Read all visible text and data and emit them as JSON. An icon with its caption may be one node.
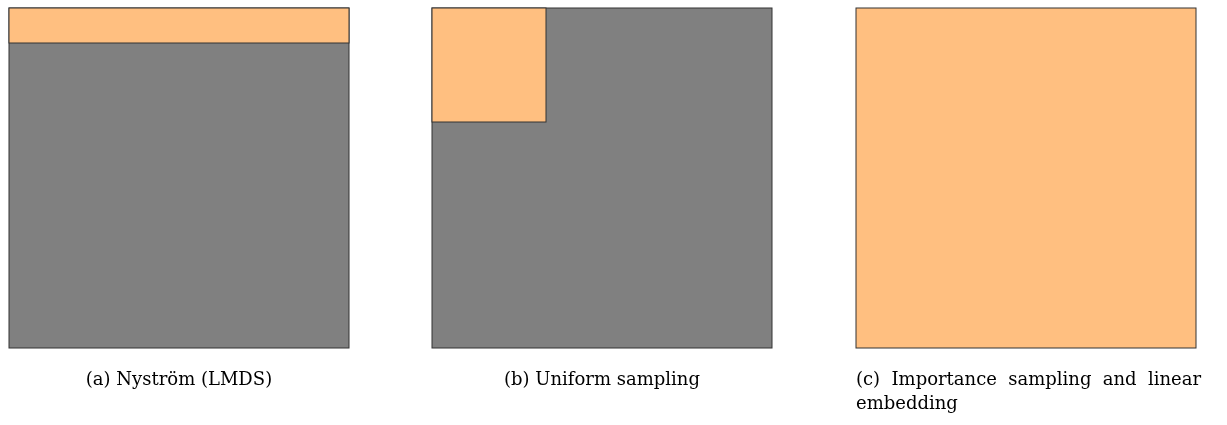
{
  "diagram": {
    "labels": [
      "(a) Nyström (LMDS)",
      "(b) Uniform sampling",
      "(c) Importance sampling and linear embedding"
    ]
  }
}
